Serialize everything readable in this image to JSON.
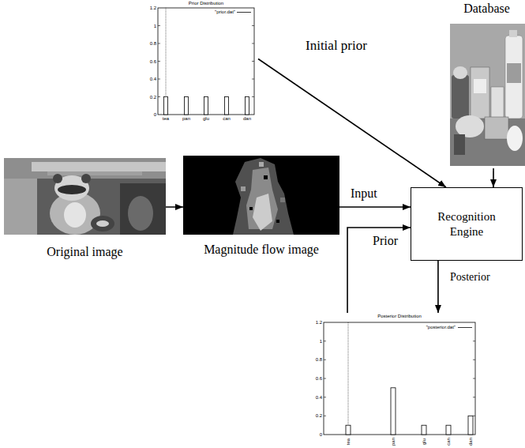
{
  "diagram": {
    "nodes": [
      {
        "text": [
          "Prior Distribution",
          "\"prior.dat\"",
          "1.2",
          "1",
          "0.8",
          "0.6",
          "0.4",
          "0.2",
          "0",
          "tea",
          "pan",
          "glu",
          "can",
          "dan"
        ]
      },
      {
        "text": [
          "Database"
        ]
      },
      {
        "text": [
          "Original image"
        ]
      },
      {
        "text": [
          "Magnitude flow image"
        ]
      },
      {
        "text": [
          "Recognition Engine"
        ]
      },
      {
        "text": [
          "Posterior Distribution",
          "\"posterior.dat\"",
          "1.2",
          "1",
          "0.8",
          "0.6",
          "0.4",
          "0.2",
          "0",
          "tea",
          "pan",
          "glu",
          "can",
          "dan"
        ]
      }
    ],
    "edges": [
      {
        "from": 0,
        "to": 4,
        "arrow": "to",
        "label": "Initial prior"
      },
      {
        "from": 1,
        "to": 4,
        "arrow": "to"
      },
      {
        "from": 2,
        "to": 3,
        "arrow": "to"
      },
      {
        "from": 3,
        "to": 4,
        "arrow": "to",
        "label": "Input"
      },
      {
        "from": 4,
        "to": 5,
        "arrow": "to",
        "label": "Posterior"
      },
      {
        "from": 5,
        "to": 4,
        "arrow": "to",
        "label": "Prior"
      }
    ]
  }
}
